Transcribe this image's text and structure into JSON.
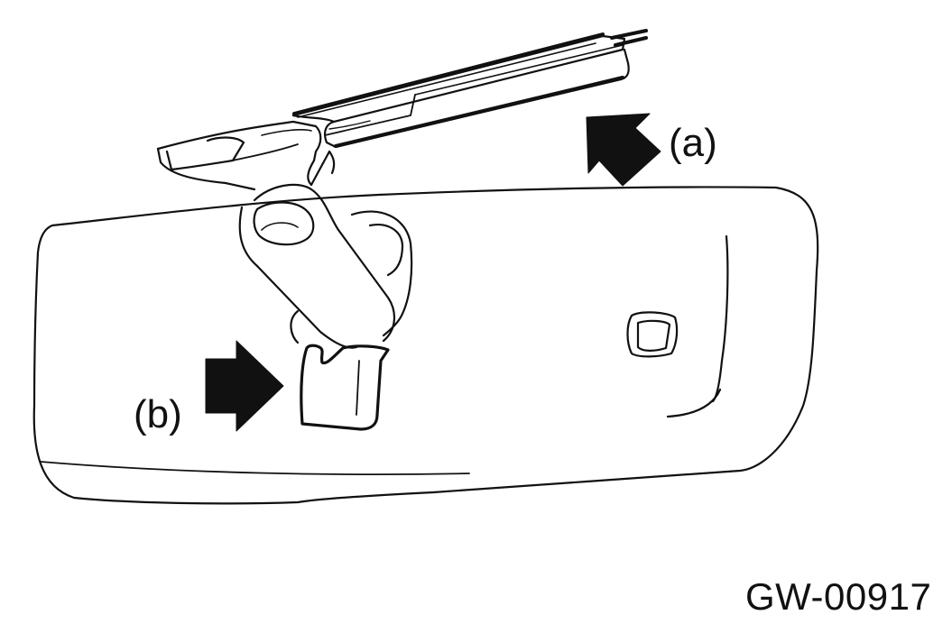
{
  "callouts": {
    "a": "(a)",
    "b": "(b)"
  },
  "figure_code": "GW-00917",
  "colors": {
    "line": "#111111",
    "background": "#ffffff"
  }
}
